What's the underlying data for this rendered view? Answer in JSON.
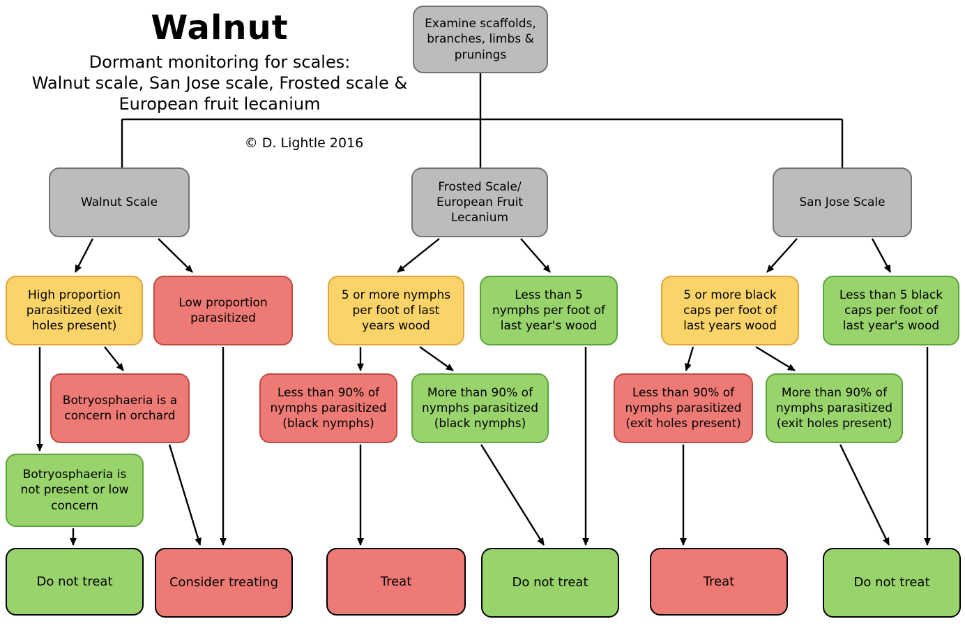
{
  "header": {
    "title": "Walnut",
    "subtitle_line1": "Dormant monitoring for scales:",
    "subtitle_line2": "Walnut scale, San Jose scale, Frosted scale &",
    "subtitle_line3": "European fruit lecanium",
    "copyright": "© D. Lightle 2016"
  },
  "colors": {
    "gray_fill": "#bcbcbc",
    "gray_border": "#717171",
    "yellow_fill": "#fbd469",
    "yellow_border": "#e2a43c",
    "red_fill": "#ed7a74",
    "red_border": "#c04a42",
    "green_fill": "#98d36b",
    "green_border": "#5ba43c",
    "outcome_border": "#000000",
    "line_color": "#000000"
  },
  "nodes": {
    "examine": {
      "label": "Examine scaffolds, branches, limbs & prunings"
    },
    "walnut_scale": {
      "label": "Walnut Scale"
    },
    "frosted_scale": {
      "label": "Frosted Scale/ European Fruit Lecanium"
    },
    "san_jose_scale": {
      "label": "San Jose Scale"
    },
    "high_proportion": {
      "label": "High proportion parasitized (exit holes present)"
    },
    "low_proportion": {
      "label": "Low proportion parasitized"
    },
    "nymphs_5_or_more": {
      "label": "5 or more nymphs per foot of last years wood"
    },
    "nymphs_less_than_5": {
      "label": "Less than 5 nymphs per foot of last year's wood"
    },
    "caps_5_or_more": {
      "label": "5 or more black caps per foot of last years wood"
    },
    "caps_less_than_5": {
      "label": "Less than 5 black caps per foot of last year's wood"
    },
    "bot_concern": {
      "label": "Botryosphaeria is a concern in orchard"
    },
    "bot_not_present": {
      "label": "Botryosphaeria is not present or low concern"
    },
    "less_90_black_nymphs": {
      "label": "Less than 90% of nymphs parasitized (black nymphs)"
    },
    "more_90_black_nymphs": {
      "label": "More than 90% of nymphs parasitized (black nymphs)"
    },
    "less_90_exit_holes": {
      "label": "Less than 90% of nymphs parasitized (exit holes present)"
    },
    "more_90_exit_holes": {
      "label": "More than 90% of nymphs parasitized (exit holes present)"
    },
    "do_not_treat_1": {
      "label": "Do not treat"
    },
    "consider_treating": {
      "label": "Consider treating"
    },
    "treat_1": {
      "label": "Treat"
    },
    "do_not_treat_2": {
      "label": "Do not treat"
    },
    "treat_2": {
      "label": "Treat"
    },
    "do_not_treat_3": {
      "label": "Do not treat"
    }
  }
}
